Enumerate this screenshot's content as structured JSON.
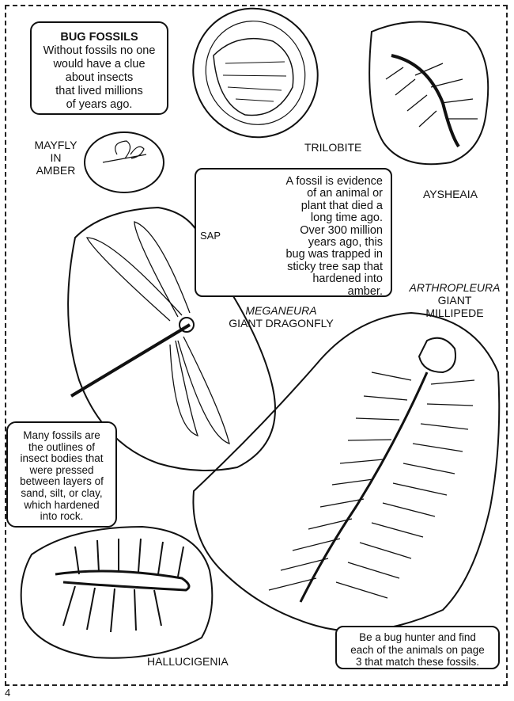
{
  "intro": {
    "title": "BUG FOSSILS",
    "lines": [
      "Without fossils no one",
      "would have a clue",
      "about insects",
      "that lived millions",
      "of years ago."
    ]
  },
  "labels": {
    "mayfly": [
      "MAYFLY",
      "IN",
      "AMBER"
    ],
    "trilobite": "TRILOBITE",
    "aysheaia": "AYSHEAIA",
    "sap": "SAP",
    "meganeura_genus": "MEGANEURA",
    "meganeura_common": "GIANT DRAGONFLY",
    "arthropleura_genus": "ARTHROPLEURA",
    "arthropleura_common": [
      "GIANT",
      "MILLIPEDE"
    ],
    "hallucigenia": "HALLUCIGENIA"
  },
  "amber_box": {
    "lines": [
      "A fossil is evidence",
      "of an animal or",
      "plant that died a",
      "long time ago.",
      "Over 300 million",
      "years ago, this",
      "bug was trapped in",
      "sticky tree sap that",
      "hardened into",
      "amber."
    ]
  },
  "fossils_box": {
    "lines": [
      "Many fossils are",
      "the outlines of",
      "insect bodies that",
      "were pressed",
      "between layers of",
      "sand, silt, or clay,",
      "which hardened",
      "into rock."
    ]
  },
  "hunter_box": {
    "lines": [
      "Be a bug hunter and find",
      "each of the animals on page",
      "3 that match these fossils."
    ]
  },
  "page_number": "4"
}
